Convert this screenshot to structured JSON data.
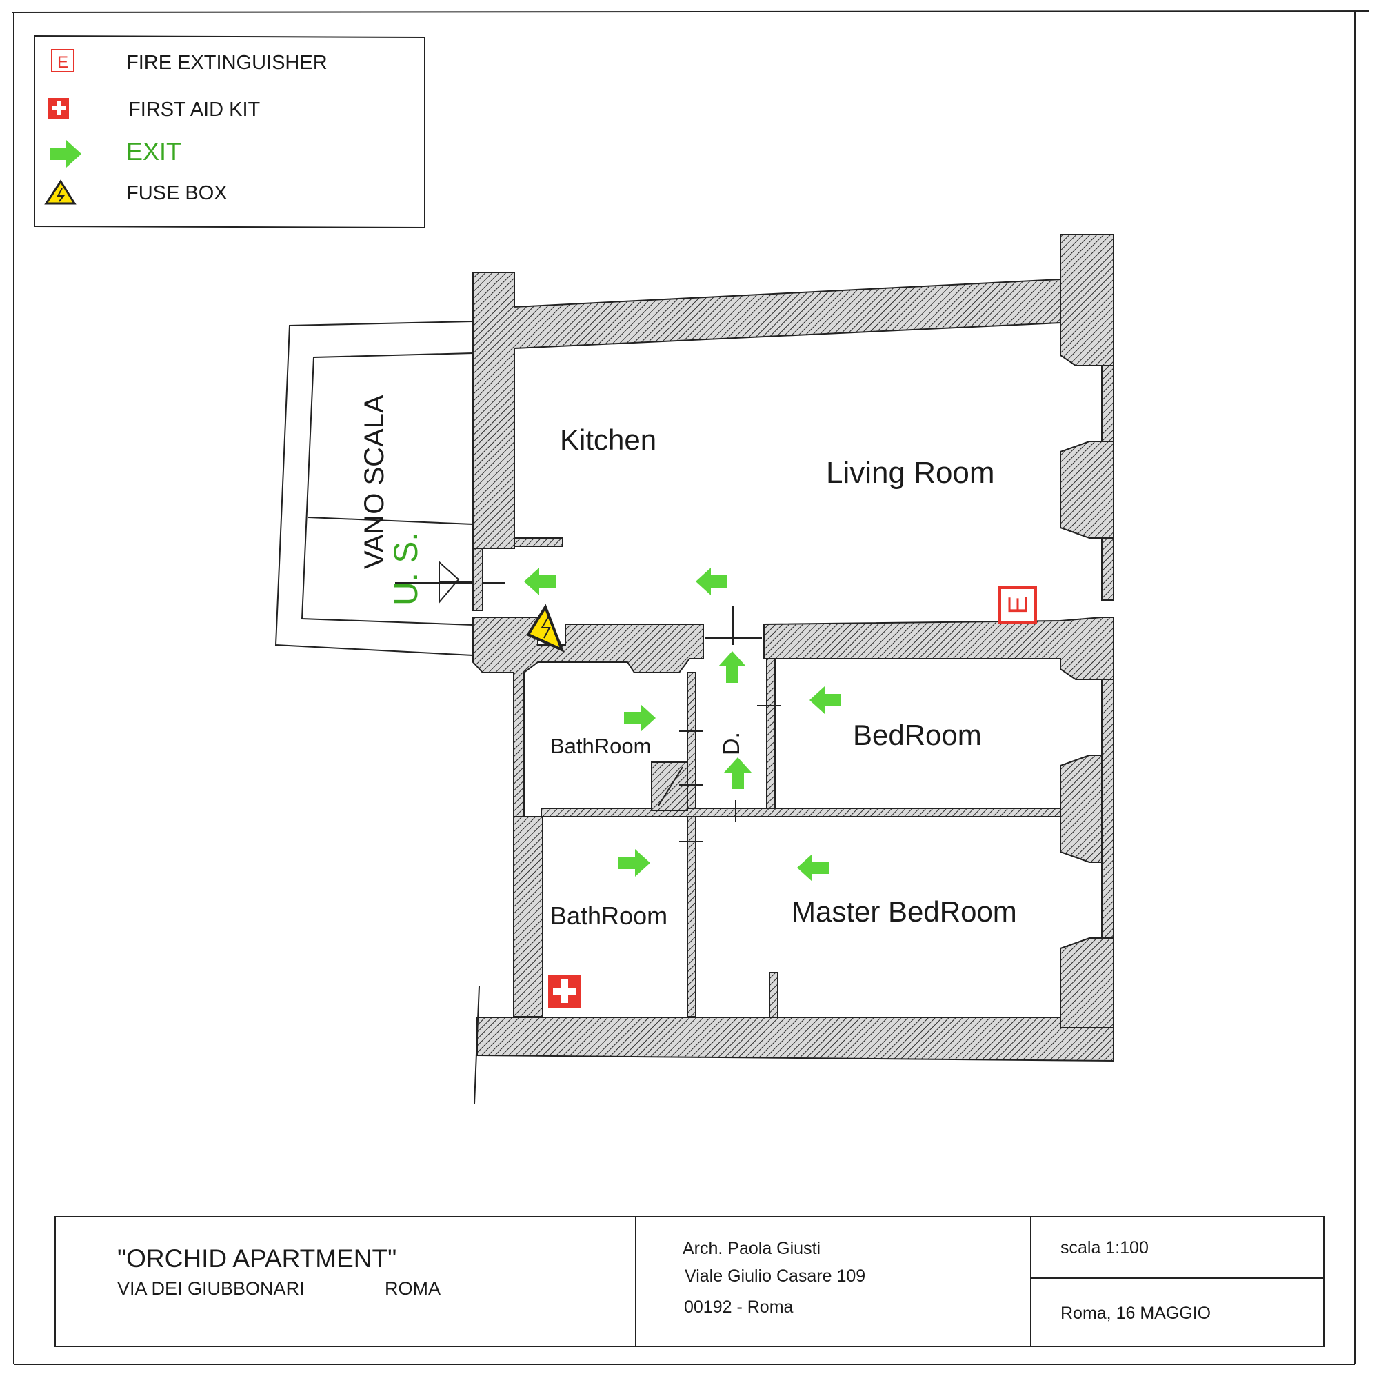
{
  "colors": {
    "exit_green": "#5bd63a",
    "exit_text": "#3aa821",
    "fire_red": "#e8342c",
    "fuse_yellow": "#ffe100",
    "wall_hatch": "#2a2a2a"
  },
  "legend": {
    "items": [
      {
        "icon": "fire-extinguisher-icon",
        "label": "FIRE EXTINGUISHER"
      },
      {
        "icon": "first-aid-kit-icon",
        "label": "FIRST AID KIT"
      },
      {
        "icon": "exit-arrow-icon",
        "label": "EXIT"
      },
      {
        "icon": "fuse-box-icon",
        "label": "FUSE BOX"
      }
    ]
  },
  "rooms": {
    "kitchen": "Kitchen",
    "living_room": "Living Room",
    "bedroom": "BedRoom",
    "master_bedroom": "Master BedRoom",
    "bathroom_1": "BathRoom",
    "bathroom_2": "BathRoom",
    "vano_scala": "VANO SCALA",
    "us": "U. S.",
    "disimpegno": "D."
  },
  "symbols": {
    "extinguisher_letter": "E"
  },
  "title_block": {
    "project_name": "\"ORCHID APARTMENT\"",
    "street": "VIA DEI GIUBBONARI",
    "city": "ROMA",
    "architect": "Arch. Paola Giusti",
    "address": "Viale Giulio Casare 109",
    "postal": "00192 - Roma",
    "scale": "scala 1:100",
    "date": "Roma, 16 MAGGIO"
  }
}
